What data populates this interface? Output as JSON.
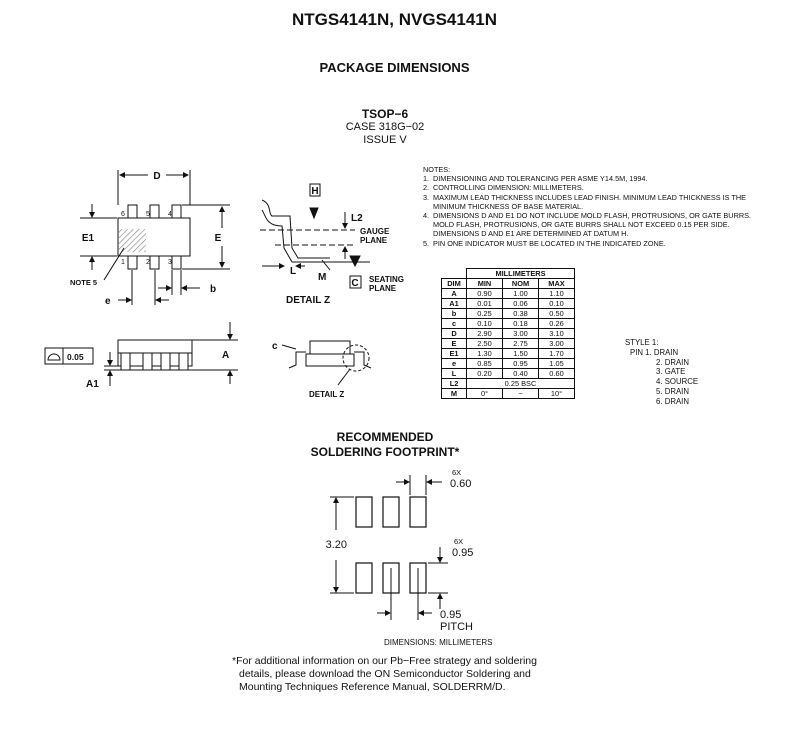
{
  "header": {
    "title": "NTGS4141N, NVGS4141N",
    "subtitle": "PACKAGE DIMENSIONS"
  },
  "package": {
    "name": "TSOP−6",
    "case": "CASE 318G−02",
    "issue": "ISSUE V"
  },
  "notes": {
    "heading": "NOTES:",
    "items": [
      {
        "num": "1.",
        "text": "DIMENSIONING AND TOLERANCING PER ASME Y14.5M, 1994."
      },
      {
        "num": "2.",
        "text": "CONTROLLING DIMENSION: MILLIMETERS."
      },
      {
        "num": "3.",
        "text": "MAXIMUM LEAD THICKNESS INCLUDES LEAD FINISH. MINIMUM LEAD THICKNESS IS THE MINIMUM THICKNESS OF BASE MATERIAL."
      },
      {
        "num": "4.",
        "text": "DIMENSIONS D AND E1 DO NOT INCLUDE MOLD FLASH, PROTRUSIONS, OR GATE BURRS. MOLD FLASH, PROTRUSIONS, OR GATE BURRS SHALL NOT EXCEED 0.15 PER SIDE. DIMENSIONS D AND E1 ARE DETERMINED AT DATUM H."
      },
      {
        "num": "5.",
        "text": "PIN ONE INDICATOR MUST BE LOCATED IN THE INDICATED ZONE."
      }
    ]
  },
  "dimension_table": {
    "group_header": "MILLIMETERS",
    "columns": [
      "DIM",
      "MIN",
      "NOM",
      "MAX"
    ],
    "rows": [
      {
        "dim": "A",
        "min": "0.90",
        "nom": "1.00",
        "max": "1.10"
      },
      {
        "dim": "A1",
        "min": "0.01",
        "nom": "0.06",
        "max": "0.10"
      },
      {
        "dim": "b",
        "min": "0.25",
        "nom": "0.38",
        "max": "0.50"
      },
      {
        "dim": "c",
        "min": "0.10",
        "nom": "0.18",
        "max": "0.26"
      },
      {
        "dim": "D",
        "min": "2.90",
        "nom": "3.00",
        "max": "3.10"
      },
      {
        "dim": "E",
        "min": "2.50",
        "nom": "2.75",
        "max": "3.00"
      },
      {
        "dim": "E1",
        "min": "1.30",
        "nom": "1.50",
        "max": "1.70"
      },
      {
        "dim": "e",
        "min": "0.85",
        "nom": "0.95",
        "max": "1.05"
      },
      {
        "dim": "L",
        "min": "0.20",
        "nom": "0.40",
        "max": "0.60"
      }
    ],
    "l2_row": {
      "dim": "L2",
      "value": "0.25 BSC"
    },
    "m_row": {
      "dim": "M",
      "min": "0°",
      "nom": "−",
      "max": "10°"
    }
  },
  "style": {
    "heading": "STYLE 1:",
    "pins": [
      {
        "label": "PIN 1.",
        "name": "DRAIN"
      },
      {
        "label": "2.",
        "name": "DRAIN"
      },
      {
        "label": "3.",
        "name": "GATE"
      },
      {
        "label": "4.",
        "name": "SOURCE"
      },
      {
        "label": "5.",
        "name": "DRAIN"
      },
      {
        "label": "6.",
        "name": "DRAIN"
      }
    ]
  },
  "top_view": {
    "d": "D",
    "e1": "E1",
    "e_label": "E",
    "b": "b",
    "e_pitch": "e",
    "note5": "NOTE 5",
    "pins": [
      "1",
      "2",
      "3",
      "4",
      "5",
      "6"
    ]
  },
  "detail_z_top": {
    "h": "H",
    "c": "C",
    "l2": "L2",
    "l": "L",
    "m": "M",
    "gauge1": "GAUGE",
    "gauge2": "PLANE",
    "seat1": "SEATING",
    "seat2": "PLANE",
    "caption": "DETAIL Z"
  },
  "side_view": {
    "tolerance": "0.05",
    "a": "A",
    "a1": "A1"
  },
  "end_view": {
    "c": "c",
    "caption": "DETAIL Z"
  },
  "footprint": {
    "heading1": "RECOMMENDED",
    "heading2": "SOLDERING FOOTPRINT*",
    "width_qty": "6X",
    "width_val": "0.60",
    "length_qty": "6X",
    "length_val": "0.95",
    "height_val": "3.20",
    "pitch_val": "0.95",
    "pitch_label": "PITCH",
    "units": "DIMENSIONS: MILLIMETERS"
  },
  "footnote": {
    "line1": "*For additional information on our Pb−Free strategy and soldering",
    "line2": "details, please download the ON Semiconductor Soldering and",
    "line3": "Mounting Techniques Reference Manual, SOLDERRM/D."
  }
}
